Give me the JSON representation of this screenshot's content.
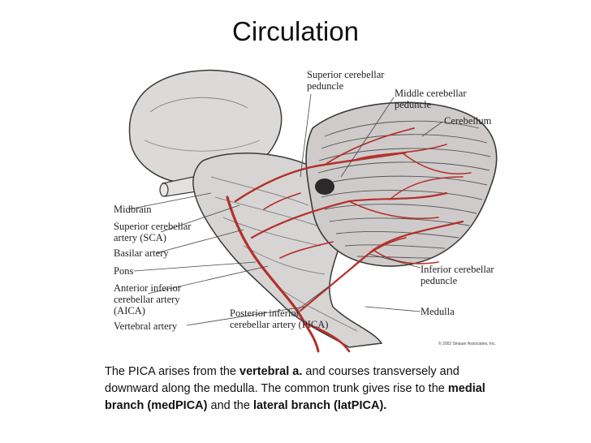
{
  "title": "Circulation",
  "figure": {
    "labels": {
      "superior_cerebellar_peduncle": "Superior cerebellar\npeduncle",
      "middle_cerebellar_peduncle": "Middle cerebellar\npeduncle",
      "cerebellum": "Cerebellum",
      "midbrain": "Midbrain",
      "sca": "Superior cerebellar\nartery (SCA)",
      "basilar": "Basilar artery",
      "pons": "Pons",
      "aica": "Anterior inferior\ncerebellar artery\n(AICA)",
      "vertebral": "Vertebral artery",
      "pica": "Posterior inferior\ncerebellar artery (PICA)",
      "inferior_cerebellar_peduncle": "Inferior cerebellar\npeduncle",
      "medulla": "Medulla"
    },
    "copyright": "© 2002 Sinauer Associates, Inc.",
    "colors": {
      "artery": "#b5302a",
      "tissue": "#d9d6d6",
      "outline": "#3a3a3a"
    }
  },
  "caption": {
    "p1": "The PICA arises from the ",
    "b1": "vertebral a.",
    "p2": "  and courses transversely and downward along the medulla. The common trunk gives rise to the ",
    "b2": "medial branch (medPICA)",
    "p3": " and the ",
    "b3": "lateral branch (latPICA)."
  }
}
